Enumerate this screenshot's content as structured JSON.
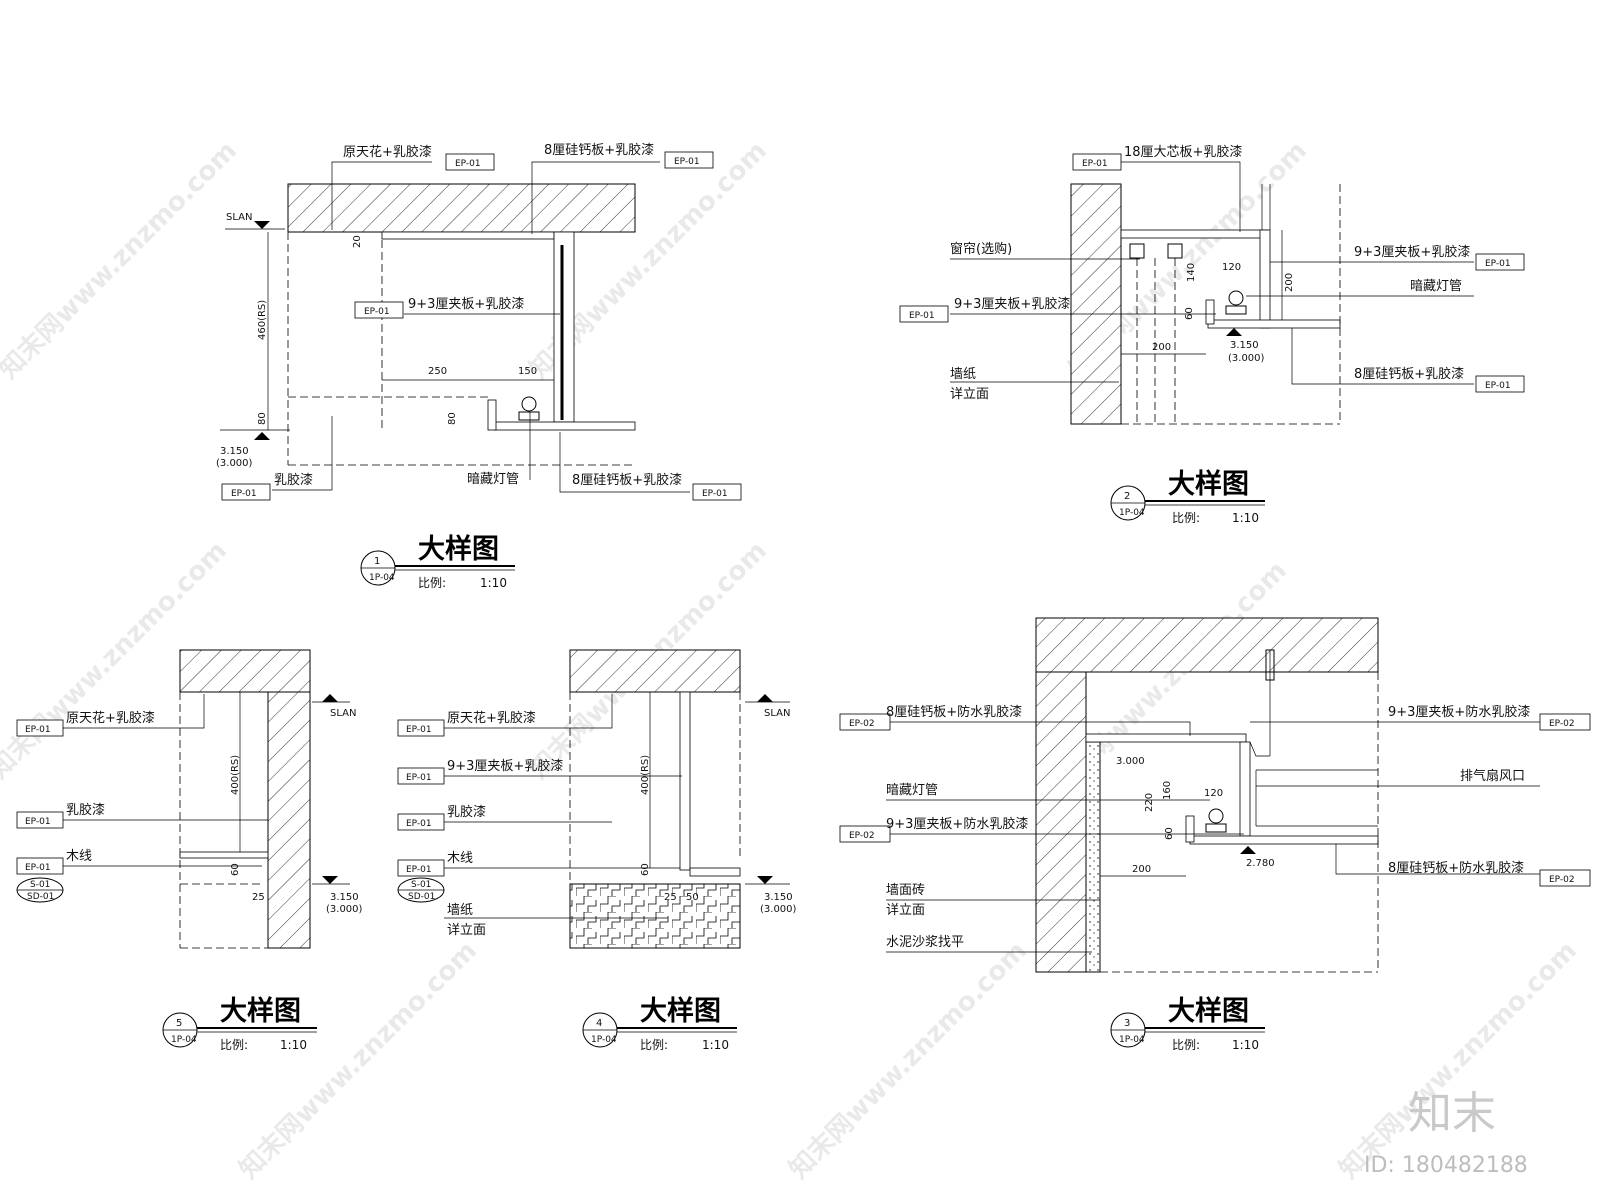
{
  "details": [
    {
      "number": "1",
      "sheet_ref": "1P-04",
      "title": "大样图",
      "scale_label": "比例:",
      "scale_value": "1:10",
      "notes": [
        "原天花+乳胶漆",
        "8厘硅钙板+乳胶漆",
        "9+3厘夹板+乳胶漆",
        "乳胶漆",
        "暗藏灯管",
        "8厘硅钙板+乳胶漆"
      ],
      "tags": [
        "EP-01",
        "EP-01",
        "EP-01",
        "EP-01",
        "EP-01"
      ],
      "dims": [
        "460(RS)",
        "250",
        "150",
        "80",
        "80",
        "20"
      ],
      "levels": {
        "top": "SLAN",
        "bottom": "3.150",
        "bottom_paren": "(3.000)"
      }
    },
    {
      "number": "2",
      "sheet_ref": "1P-04",
      "title": "大样图",
      "scale_label": "比例:",
      "scale_value": "1:10",
      "notes": [
        "18厘大芯板+乳胶漆",
        "窗帘(选购)",
        "9+3厘夹板+乳胶漆",
        "9+3厘夹板+乳胶漆",
        "暗藏灯管",
        "墙纸",
        "详立面",
        "8厘硅钙板+乳胶漆"
      ],
      "tags": [
        "EP-01",
        "EP-01",
        "EP-01",
        "EP-01"
      ],
      "dims": [
        "140",
        "120",
        "200",
        "60",
        "200"
      ],
      "levels": {
        "bottom": "3.150",
        "bottom_paren": "(3.000)"
      }
    },
    {
      "number": "3",
      "sheet_ref": "1P-04",
      "title": "大样图",
      "scale_label": "比例:",
      "scale_value": "1:10",
      "notes": [
        "8厘硅钙板+防水乳胶漆",
        "9+3厘夹板+防水乳胶漆",
        "排气扇风口",
        "暗藏灯管",
        "9+3厘夹板+防水乳胶漆",
        "8厘硅钙板+防水乳胶漆",
        "墙面砖",
        "详立面",
        "水泥沙浆找平"
      ],
      "tags": [
        "EP-02",
        "EP-02",
        "EP-02",
        "EP-02"
      ],
      "dims": [
        "220",
        "160",
        "120",
        "60",
        "200"
      ],
      "levels": {
        "top": "3.000",
        "bottom": "2.780"
      }
    },
    {
      "number": "4",
      "sheet_ref": "1P-04",
      "title": "大样图",
      "scale_label": "比例:",
      "scale_value": "1:10",
      "notes": [
        "原天花+乳胶漆",
        "9+3厘夹板+乳胶漆",
        "乳胶漆",
        "木线",
        "墙纸",
        "详立面"
      ],
      "tags": [
        "EP-01",
        "EP-01",
        "EP-01",
        "EP-01",
        "S-01",
        "SD-01"
      ],
      "dims": [
        "400(RS)",
        "60",
        "25",
        "50"
      ],
      "levels": {
        "top": "SLAN",
        "bottom": "3.150",
        "bottom_paren": "(3.000)"
      }
    },
    {
      "number": "5",
      "sheet_ref": "1P-04",
      "title": "大样图",
      "scale_label": "比例:",
      "scale_value": "1:10",
      "notes": [
        "原天花+乳胶漆",
        "乳胶漆",
        "木线"
      ],
      "tags": [
        "EP-01",
        "EP-01",
        "EP-01",
        "S-01",
        "SD-01"
      ],
      "dims": [
        "400(RS)",
        "60",
        "25"
      ],
      "levels": {
        "top": "SLAN",
        "bottom": "3.150",
        "bottom_paren": "(3.000)"
      }
    }
  ],
  "watermark": {
    "brand": "知末",
    "id_text": "ID: 180482188",
    "site": "知末网www.znzmo.com"
  }
}
